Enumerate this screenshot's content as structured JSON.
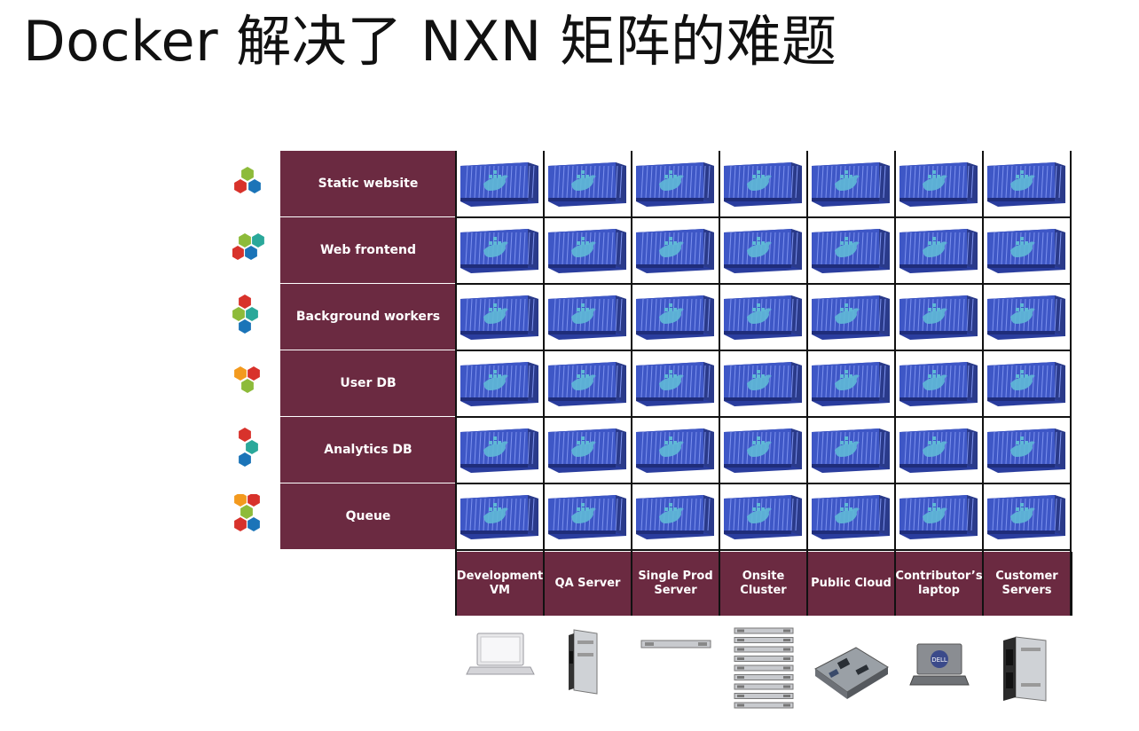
{
  "slide": {
    "title": "Docker 解决了 NXN 矩阵的难题"
  },
  "rows": [
    {
      "label": "Static website",
      "icon": "hexagon-cluster-icon",
      "colors": [
        "#8dbb3a",
        "#d8322b",
        "#1b74b8"
      ]
    },
    {
      "label": "Web frontend",
      "icon": "hexagon-cluster-icon",
      "colors": [
        "#8dbb3a",
        "#2aa89a",
        "#d8322b",
        "#1b74b8"
      ]
    },
    {
      "label": "Background workers",
      "icon": "hexagon-cluster-icon",
      "colors": [
        "#d8322b",
        "#8dbb3a",
        "#2aa89a",
        "#1b74b8"
      ]
    },
    {
      "label": "User DB",
      "icon": "hexagon-cluster-icon",
      "colors": [
        "#f39a1e",
        "#d8322b",
        "#8dbb3a"
      ]
    },
    {
      "label": "Analytics DB",
      "icon": "hexagon-cluster-icon",
      "colors": [
        "#d8322b",
        "#2aa89a",
        "#1b74b8"
      ]
    },
    {
      "label": "Queue",
      "icon": "hexagon-cluster-icon",
      "colors": [
        "#f39a1e",
        "#d8322b",
        "#8dbb3a",
        "#d8322b",
        "#1b74b8"
      ]
    }
  ],
  "columns": [
    {
      "label_line1": "Development",
      "label_line2": "VM",
      "device": "laptop-icon"
    },
    {
      "label_line1": "QA Server",
      "label_line2": "",
      "device": "blade-server-icon"
    },
    {
      "label_line1": "Single Prod",
      "label_line2": "Server",
      "device": "rack-server-icon"
    },
    {
      "label_line1": "Onsite",
      "label_line2": "Cluster",
      "device": "server-stack-icon"
    },
    {
      "label_line1": "Public Cloud",
      "label_line2": "",
      "device": "motherboard-icon"
    },
    {
      "label_line1": "Contributor’s",
      "label_line2": "laptop",
      "device": "dell-laptop-icon"
    },
    {
      "label_line1": "Customer",
      "label_line2": "Servers",
      "device": "blade-pair-icon"
    }
  ],
  "cell_icon": "docker-container-icon",
  "colors": {
    "label_bg": "#6b2a41",
    "container_blue": "#3e57c6",
    "whale": "#5fb9d6"
  }
}
